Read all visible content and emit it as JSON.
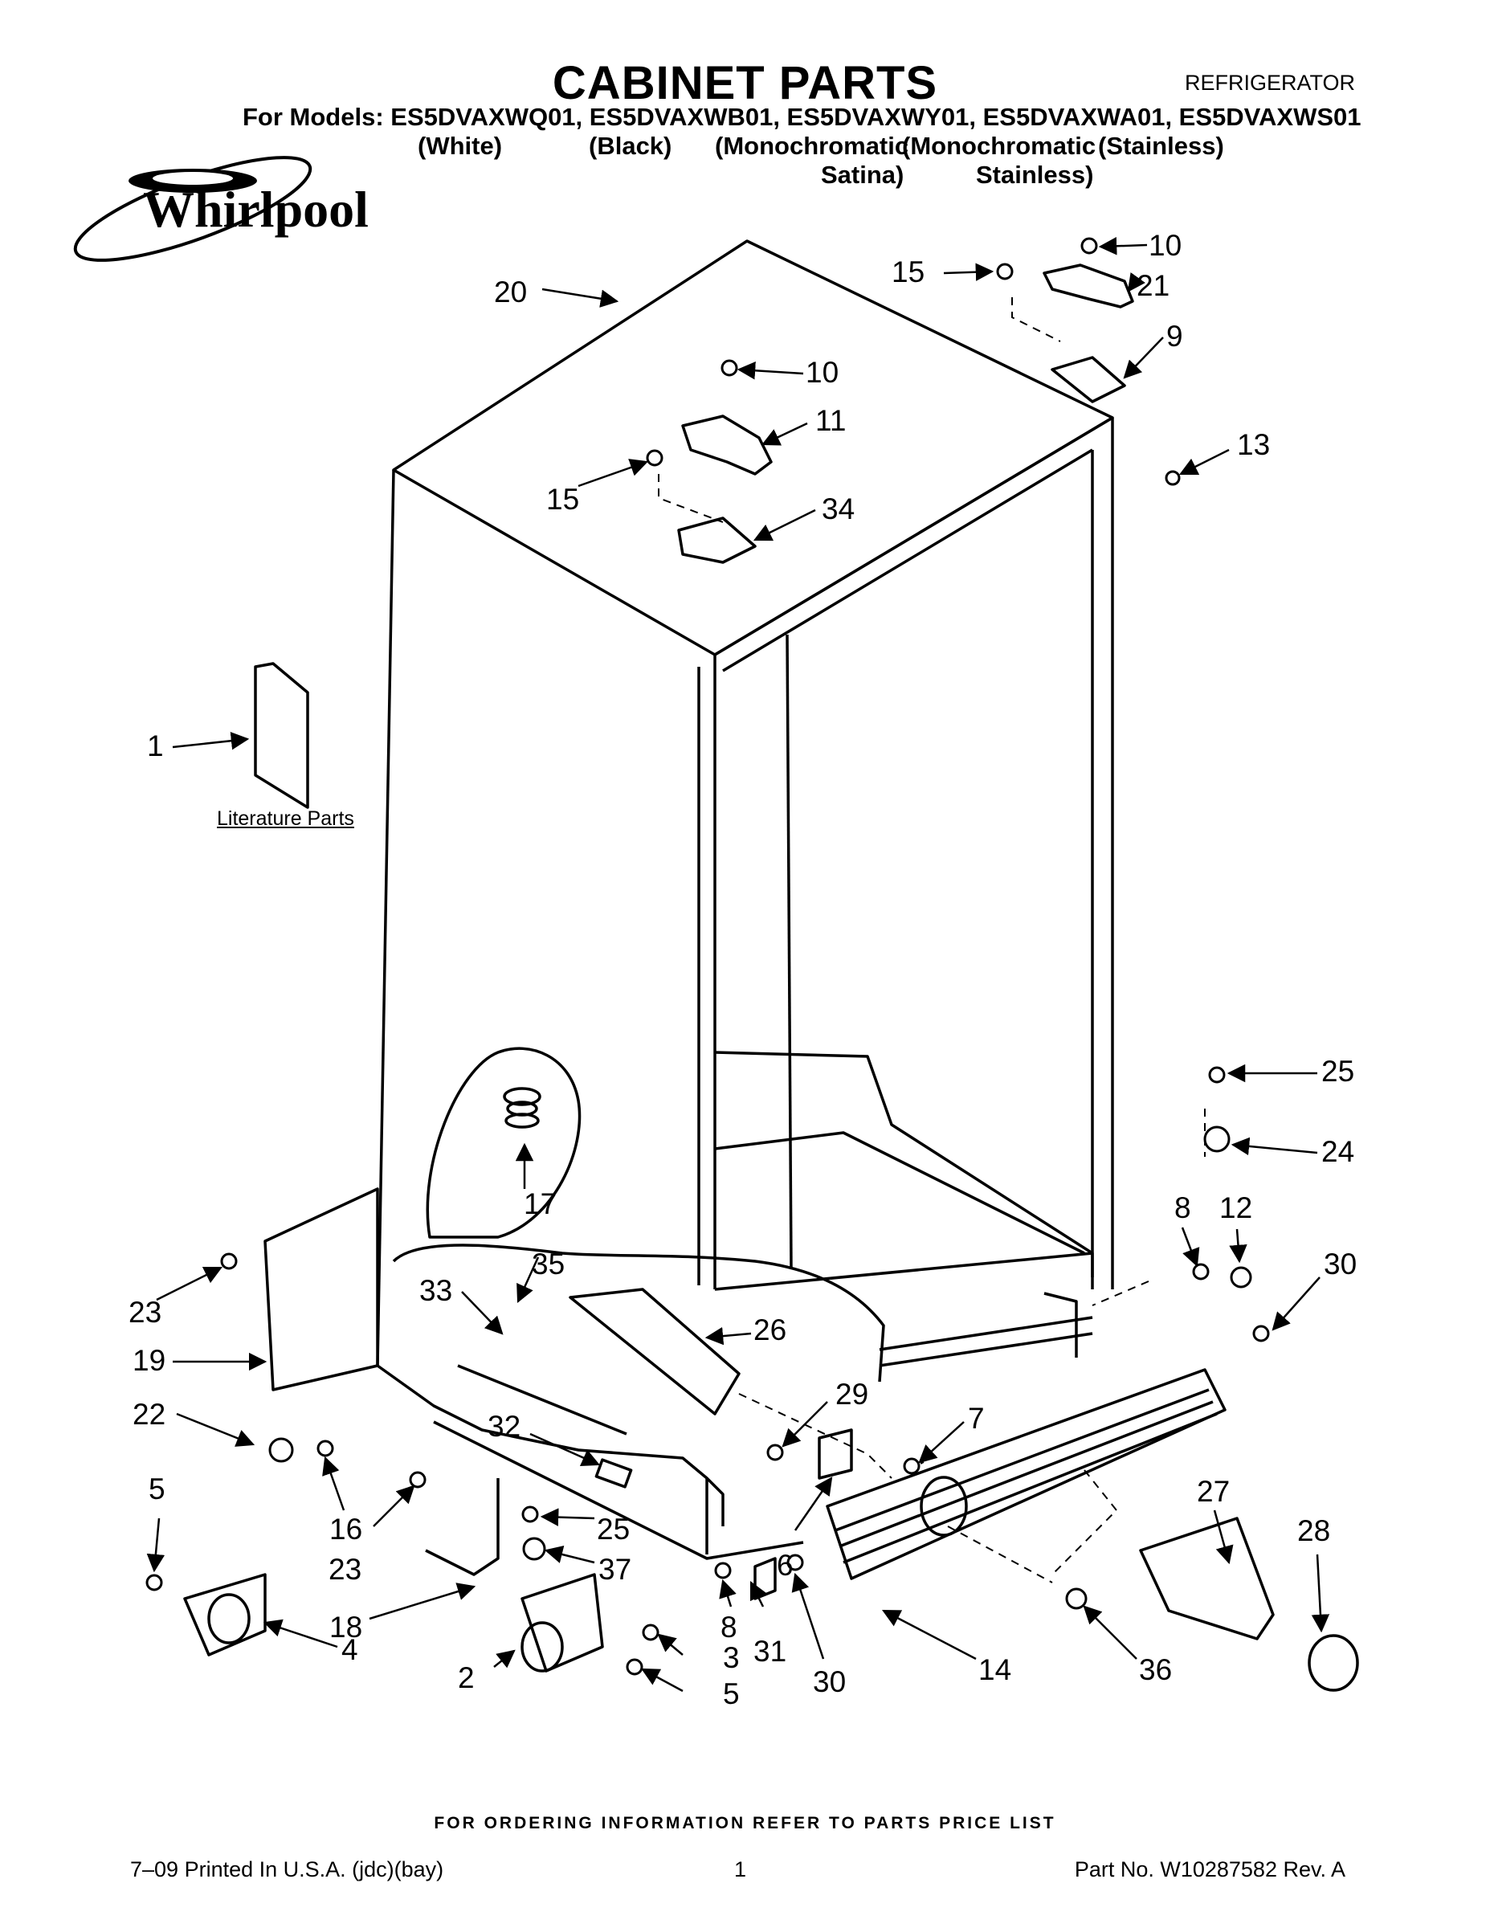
{
  "header": {
    "title": "CABINET PARTS",
    "appliance": "REFRIGERATOR",
    "models_line": "For Models: ES5DVAXWQ01, ES5DVAXWB01, ES5DVAXWY01, ES5DVAXWA01, ES5DVAXWS01",
    "variants": [
      {
        "line1": "(White)",
        "line2": ""
      },
      {
        "line1": "(Black)",
        "line2": ""
      },
      {
        "line1": "(Monochromatic",
        "line2": "Satina)"
      },
      {
        "line1": "(Monochromatic",
        "line2": "Stainless)"
      },
      {
        "line1": "(Stainless)",
        "line2": ""
      }
    ],
    "brand": "Whirlpool"
  },
  "literature_label": "Literature Parts",
  "callouts": [
    {
      "id": "c20",
      "text": "20"
    },
    {
      "id": "c15a",
      "text": "15"
    },
    {
      "id": "c10a",
      "text": "10"
    },
    {
      "id": "c21",
      "text": "21"
    },
    {
      "id": "c9",
      "text": "9"
    },
    {
      "id": "c13",
      "text": "13"
    },
    {
      "id": "c10b",
      "text": "10"
    },
    {
      "id": "c11",
      "text": "11"
    },
    {
      "id": "c15b",
      "text": "15"
    },
    {
      "id": "c34",
      "text": "34"
    },
    {
      "id": "c1",
      "text": "1"
    },
    {
      "id": "c25a",
      "text": "25"
    },
    {
      "id": "c24",
      "text": "24"
    },
    {
      "id": "c17",
      "text": "17"
    },
    {
      "id": "c8a",
      "text": "8"
    },
    {
      "id": "c12",
      "text": "12"
    },
    {
      "id": "c30a",
      "text": "30"
    },
    {
      "id": "c35",
      "text": "35"
    },
    {
      "id": "c33",
      "text": "33"
    },
    {
      "id": "c26",
      "text": "26"
    },
    {
      "id": "c23a",
      "text": "23"
    },
    {
      "id": "c19",
      "text": "19"
    },
    {
      "id": "c29",
      "text": "29"
    },
    {
      "id": "c22",
      "text": "22"
    },
    {
      "id": "c32",
      "text": "32"
    },
    {
      "id": "c7",
      "text": "7"
    },
    {
      "id": "c5a",
      "text": "5"
    },
    {
      "id": "c16",
      "text": "16"
    },
    {
      "id": "c23b",
      "text": "23"
    },
    {
      "id": "c25b",
      "text": "25"
    },
    {
      "id": "c27",
      "text": "27"
    },
    {
      "id": "c28",
      "text": "28"
    },
    {
      "id": "c18",
      "text": "18"
    },
    {
      "id": "c37",
      "text": "37"
    },
    {
      "id": "c6",
      "text": "6"
    },
    {
      "id": "c8b",
      "text": "8"
    },
    {
      "id": "c31",
      "text": "31"
    },
    {
      "id": "c4",
      "text": "4"
    },
    {
      "id": "c3",
      "text": "3"
    },
    {
      "id": "c2",
      "text": "2"
    },
    {
      "id": "c5b",
      "text": "5"
    },
    {
      "id": "c30b",
      "text": "30"
    },
    {
      "id": "c14",
      "text": "14"
    },
    {
      "id": "c36",
      "text": "36"
    }
  ],
  "footer": {
    "ordering_note": "FOR ORDERING INFORMATION REFER TO PARTS PRICE LIST",
    "print_info": "7–09 Printed In U.S.A. (jdc)(bay)",
    "page_number": "1",
    "part_number": "Part No. W10287582 Rev. A"
  }
}
